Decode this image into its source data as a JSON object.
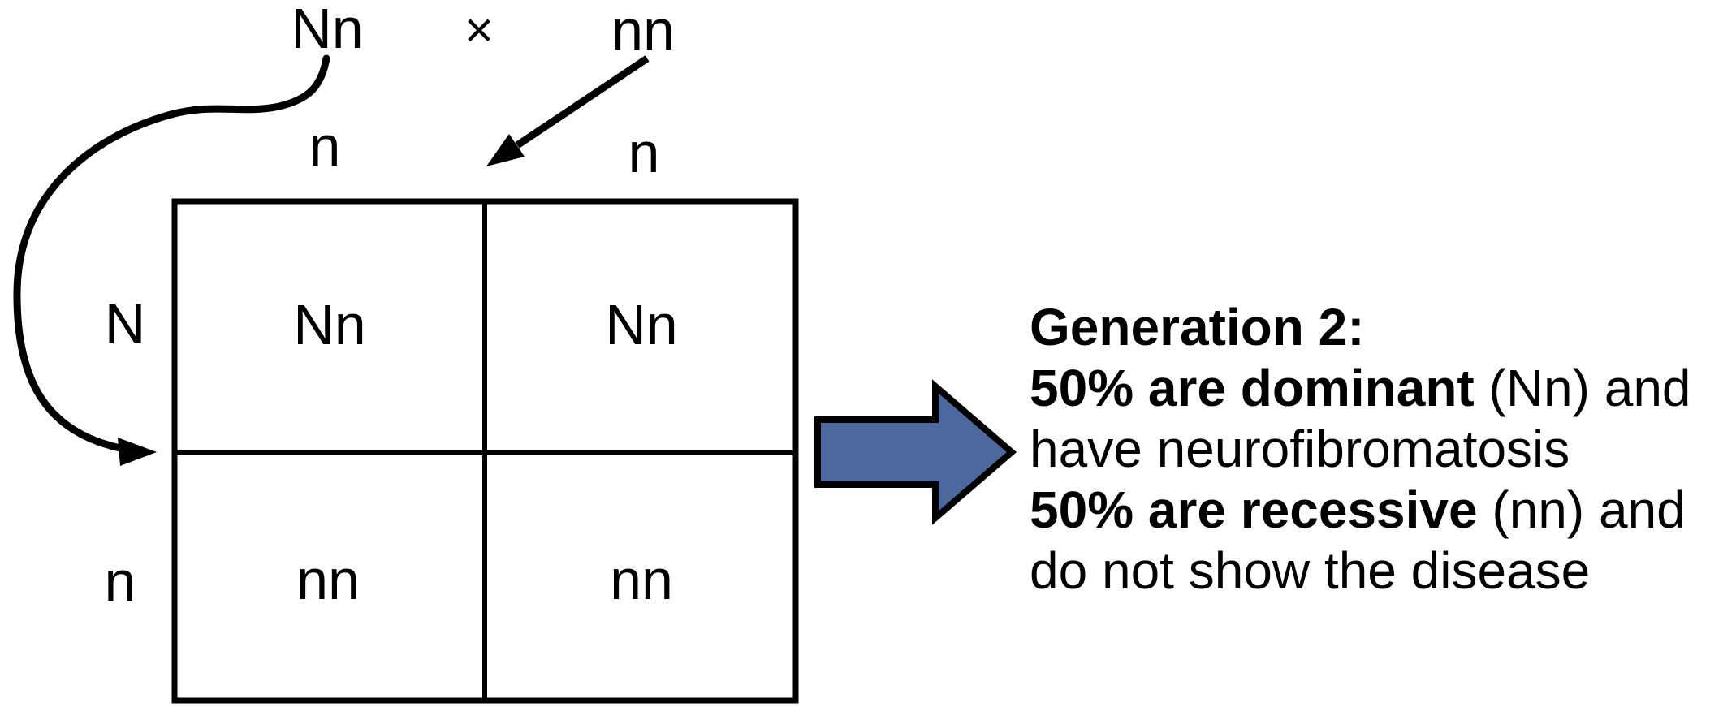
{
  "cross": {
    "parent1": "Nn",
    "operator": "×",
    "parent2": "nn"
  },
  "punnett": {
    "column_headers": [
      "n",
      "n"
    ],
    "row_headers": [
      "N",
      "n"
    ],
    "cells": [
      [
        "Nn",
        "Nn"
      ],
      [
        "nn",
        "nn"
      ]
    ]
  },
  "result_text": {
    "title": "Generation 2:",
    "line1_bold": "50% are dominant",
    "line1_regular": " (Nn) and",
    "line2": "have neurofibromatosis",
    "line3_bold": "50% are recessive",
    "line3_regular": " (nn) and",
    "line4": "do not show the disease"
  },
  "colors": {
    "block_arrow_fill": "#4d689e",
    "block_arrow_stroke": "#000000",
    "diagram_line": "#000000"
  }
}
